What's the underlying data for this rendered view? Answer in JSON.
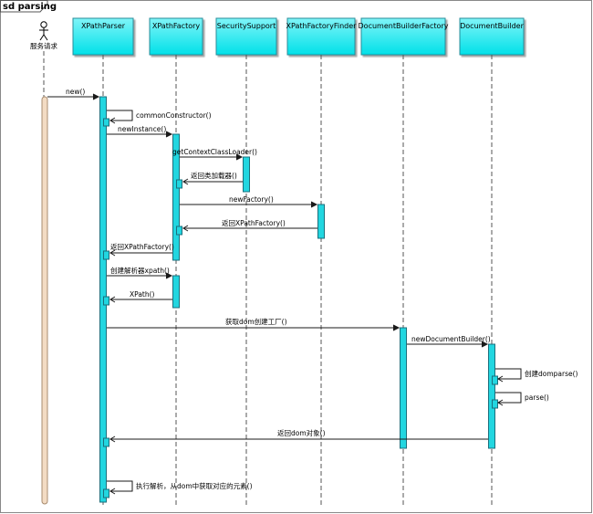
{
  "frame": {
    "title": "sd parsing"
  },
  "actor": {
    "name": "服务请求",
    "icon": "stick-figure-icon"
  },
  "participants": [
    {
      "id": "xpathparser",
      "name": "XPathParser"
    },
    {
      "id": "xpathfactory",
      "name": "XPathFactory"
    },
    {
      "id": "securitysupport",
      "name": "SecuritySupport"
    },
    {
      "id": "xpathfactoryfinder",
      "name": "XPathFactoryFinder"
    },
    {
      "id": "documentbuilderfactory",
      "name": "DocumentBuilderFactory"
    },
    {
      "id": "documentbuilder",
      "name": "DocumentBuilder"
    }
  ],
  "messages": [
    {
      "from": "actor",
      "to": "xpathparser",
      "label": "new()",
      "kind": "call"
    },
    {
      "from": "xpathparser",
      "to": "xpathparser",
      "label": "commonConstructor()",
      "kind": "self"
    },
    {
      "from": "xpathparser",
      "to": "xpathfactory",
      "label": "newInstance()",
      "kind": "call"
    },
    {
      "from": "xpathfactory",
      "to": "securitysupport",
      "label": "getContextClassLoader()",
      "kind": "call"
    },
    {
      "from": "securitysupport",
      "to": "xpathfactory",
      "label": "返回类加载器()",
      "kind": "return"
    },
    {
      "from": "xpathfactory",
      "to": "xpathfactoryfinder",
      "label": "newFactory()",
      "kind": "call"
    },
    {
      "from": "xpathfactoryfinder",
      "to": "xpathfactory",
      "label": "返回XPathFactory()",
      "kind": "return"
    },
    {
      "from": "xpathfactory",
      "to": "xpathparser",
      "label": "返回XPathFactory()",
      "kind": "return"
    },
    {
      "from": "xpathparser",
      "to": "xpathfactory",
      "label": "创建解析器xpath()",
      "kind": "call"
    },
    {
      "from": "xpathfactory",
      "to": "xpathparser",
      "label": "XPath()",
      "kind": "return"
    },
    {
      "from": "xpathparser",
      "to": "documentbuilderfactory",
      "label": "获取dom创建工厂()",
      "kind": "call"
    },
    {
      "from": "documentbuilderfactory",
      "to": "documentbuilder",
      "label": "newDocumentBuilder()",
      "kind": "call"
    },
    {
      "from": "documentbuilder",
      "to": "documentbuilder",
      "label": "创建domparse()",
      "kind": "self"
    },
    {
      "from": "documentbuilder",
      "to": "documentbuilder",
      "label": "parse()",
      "kind": "self"
    },
    {
      "from": "documentbuilder",
      "to": "xpathparser",
      "label": "返回dom对象()",
      "kind": "return"
    },
    {
      "from": "xpathparser",
      "to": "xpathparser",
      "label": "执行解析，从dom中获取对应的元素()",
      "kind": "self"
    }
  ],
  "colors": {
    "header_fill": "#00e0e8",
    "header_fill_light": "#7ff4f8",
    "header_stroke": "#2a8c99",
    "activation_fill": "#22d6e0",
    "activation_stroke": "#1b6f7c",
    "actor_bar_fill": "#f3dcc4",
    "actor_bar_stroke": "#a88c70",
    "line_color": "#1a1a1a"
  }
}
